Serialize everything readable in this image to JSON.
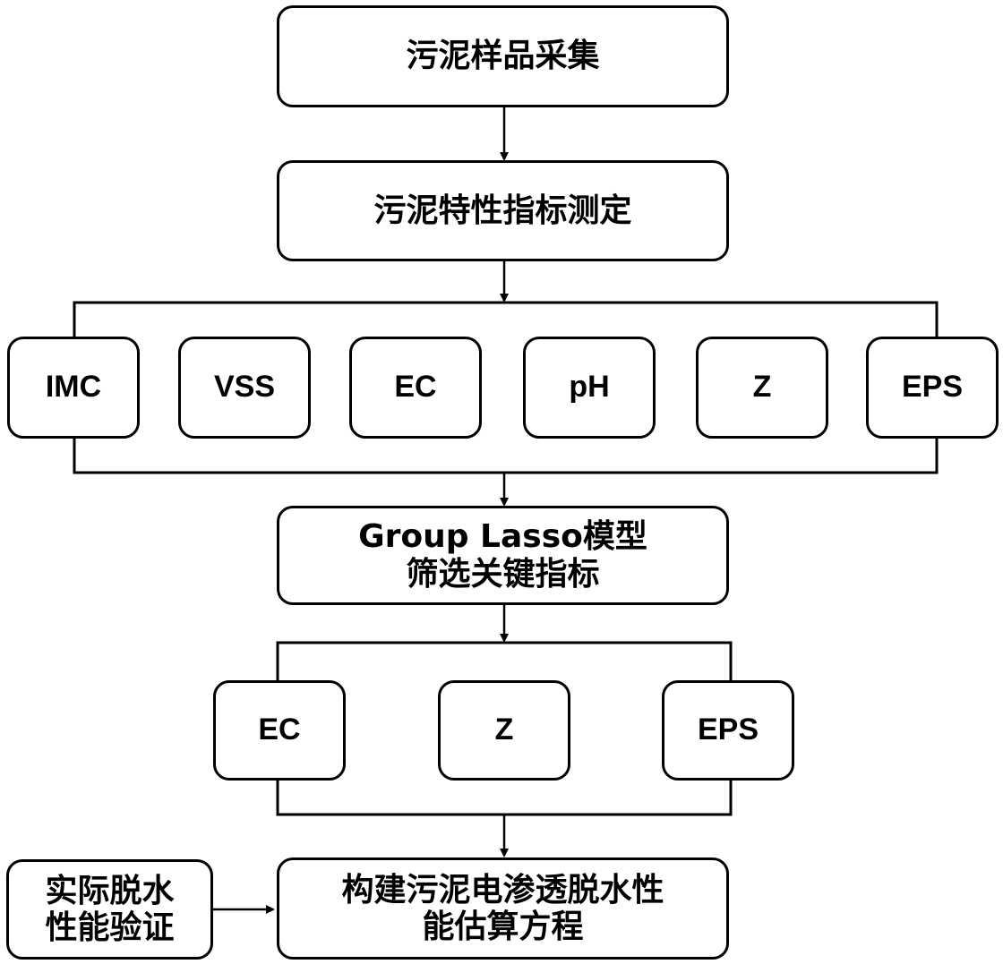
{
  "steps": {
    "collect": "污泥样品采集",
    "measure": "污泥特性指标测定",
    "model_line1": "Group Lasso模型",
    "model_line2": "筛选关键指标",
    "equation_line1": "构建污泥电渗透脱水性",
    "equation_line2": "能估算方程",
    "validation_line1": "实际脱水",
    "validation_line2": "性能验证"
  },
  "indicators": [
    "IMC",
    "VSS",
    "EC",
    "pH",
    "Z",
    "EPS"
  ],
  "key_indicators": [
    "EC",
    "Z",
    "EPS"
  ]
}
